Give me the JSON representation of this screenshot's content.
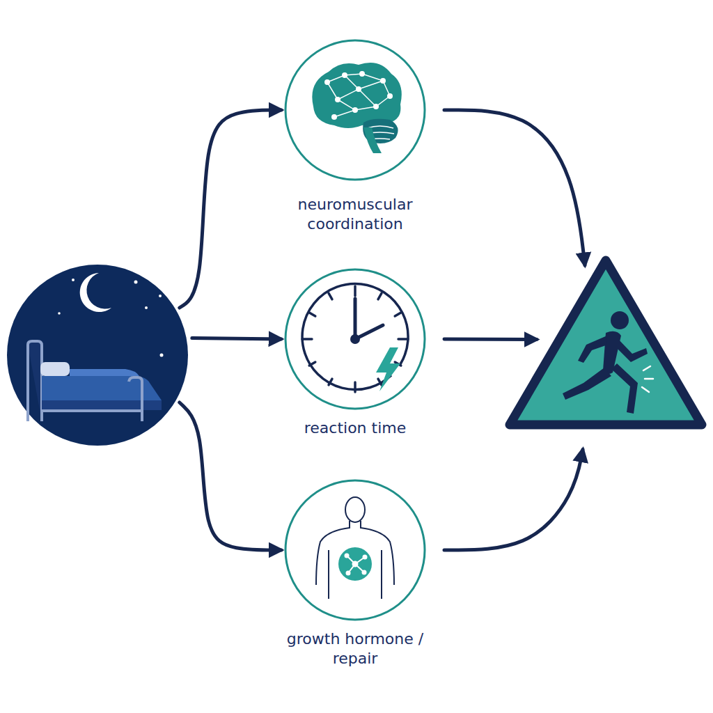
{
  "diagram": {
    "nodes": [
      {
        "text": []
      },
      {
        "text": [
          "neuromuscular coordination"
        ]
      },
      {
        "text": [
          "reaction time"
        ]
      },
      {
        "text": [
          "growth hormone / repair"
        ]
      },
      {
        "text": []
      }
    ],
    "edges": [
      {
        "from": 0,
        "to": 1,
        "arrow": "to"
      },
      {
        "from": 0,
        "to": 2,
        "arrow": "to"
      },
      {
        "from": 0,
        "to": 3,
        "arrow": "to"
      },
      {
        "from": 1,
        "to": 4,
        "arrow": "to"
      },
      {
        "from": 2,
        "to": 4,
        "arrow": "to"
      },
      {
        "from": 3,
        "to": 4,
        "arrow": "to"
      }
    ]
  }
}
